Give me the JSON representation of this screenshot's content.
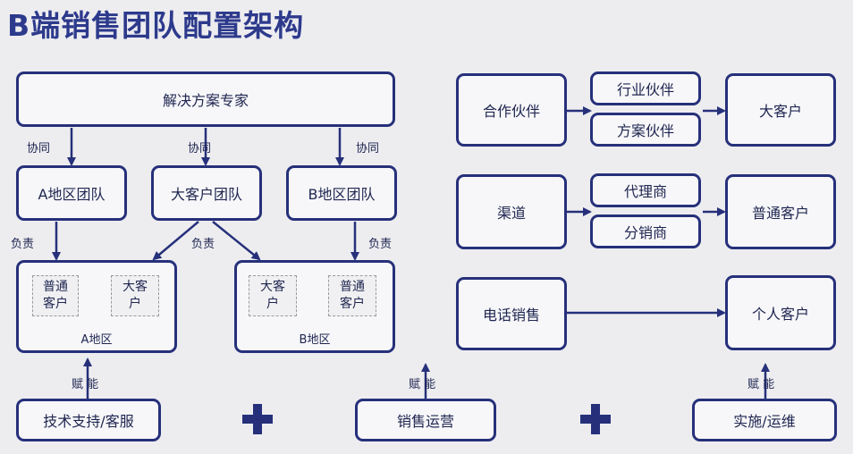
{
  "title": "B端销售团队配置架构",
  "left": {
    "expert": "解决方案专家",
    "collab_label": "协同",
    "responsible_label": "负责",
    "teams": [
      "A地区团队",
      "大客户团队",
      "B地区团队"
    ],
    "region_a": {
      "label": "A地区",
      "cells": [
        "普通\n客户",
        "大客\n户"
      ]
    },
    "region_b": {
      "label": "B地区",
      "cells": [
        "大客\n户",
        "普通\n客户"
      ]
    }
  },
  "right": {
    "rows": [
      {
        "source": "合作伙伴",
        "middle": [
          "行业伙伴",
          "方案伙伴"
        ],
        "target": "大客户"
      },
      {
        "source": "渠道",
        "middle": [
          "代理商",
          "分销商"
        ],
        "target": "普通客户"
      },
      {
        "source": "电话销售",
        "middle": [],
        "target": "个人客户"
      }
    ]
  },
  "bottom": {
    "enable_label": "赋 能",
    "supports": [
      "技术支持/客服",
      "销售运营",
      "实施/运维"
    ]
  },
  "colors": {
    "stroke": "#26307a",
    "title": "#2d3a8c",
    "background": "#ededf0"
  }
}
